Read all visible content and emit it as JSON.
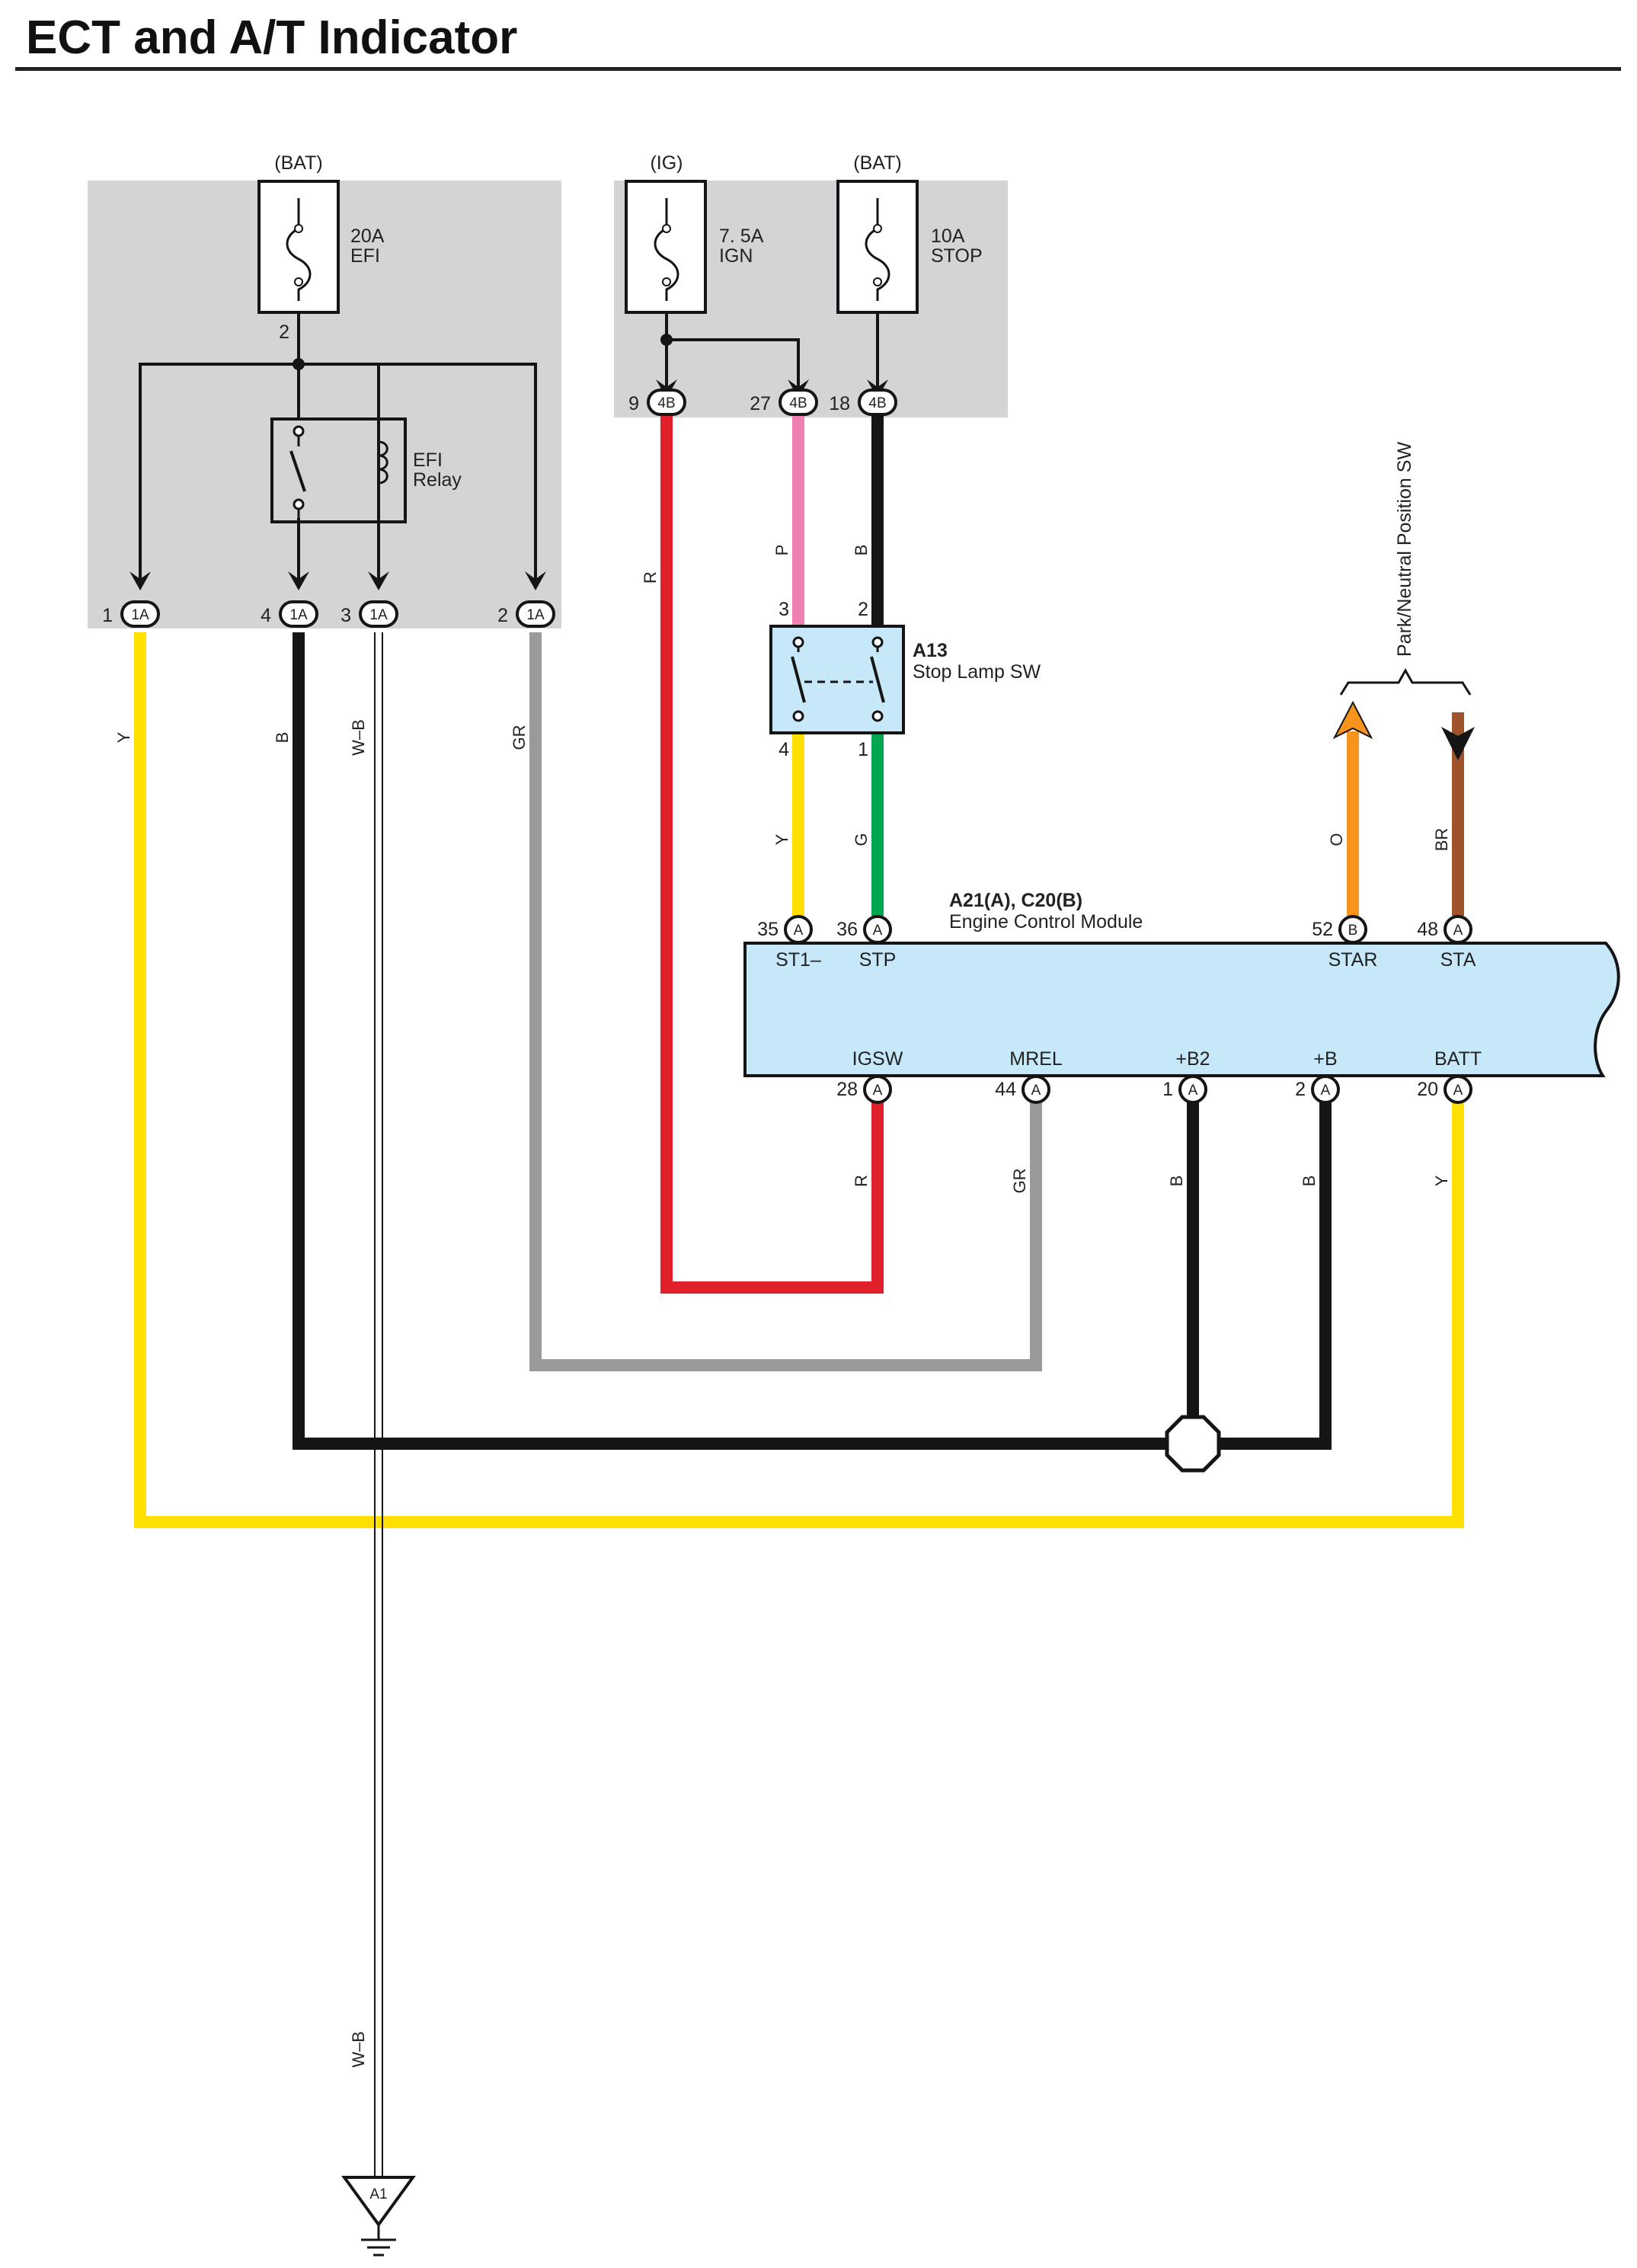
{
  "title": "ECT and A/T Indicator",
  "colors": {
    "Y": "#ffe000",
    "B": "#151515",
    "W-B": "#ffffff",
    "GR": "#9a9a9a",
    "R": "#e0202a",
    "P": "#f07fb4",
    "G": "#00a651",
    "O": "#f7941d",
    "BR": "#a0522d",
    "junction_box": "#d3d4d6",
    "ecm": "#c6e8f8"
  },
  "fuses": {
    "efi": {
      "source": "(BAT)",
      "rating": "20A",
      "name": "EFI",
      "pin": "2"
    },
    "ign": {
      "source": "(IG)",
      "rating": "7. 5A",
      "name": "IGN"
    },
    "stop": {
      "source": "(BAT)",
      "rating": "10A",
      "name": "STOP"
    }
  },
  "relay": {
    "line1": "EFI",
    "line2": "Relay"
  },
  "jb_1a": {
    "code": "1A",
    "pins": [
      {
        "num": "1",
        "code": "1A"
      },
      {
        "num": "4",
        "code": "1A"
      },
      {
        "num": "3",
        "code": "1A"
      },
      {
        "num": "2",
        "code": "1A"
      }
    ]
  },
  "jb_4b": {
    "pins": [
      {
        "num": "9",
        "code": "4B"
      },
      {
        "num": "27",
        "code": "4B"
      },
      {
        "num": "18",
        "code": "4B"
      }
    ]
  },
  "stop_lamp_sw": {
    "id": "A13",
    "name": "Stop Lamp SW",
    "pins": [
      "3",
      "2",
      "4",
      "1"
    ]
  },
  "pnp_sw": {
    "name": "Park/Neutral Position SW"
  },
  "ecm": {
    "id": "A21(A), C20(B)",
    "name": "Engine Control Module",
    "top_pins": [
      {
        "num": "35",
        "conn": "A",
        "signal": "ST1–"
      },
      {
        "num": "36",
        "conn": "A",
        "signal": "STP"
      },
      {
        "num": "52",
        "conn": "B",
        "signal": "STAR"
      },
      {
        "num": "48",
        "conn": "A",
        "signal": "STA"
      }
    ],
    "bottom_pins": [
      {
        "num": "28",
        "conn": "A",
        "signal": "IGSW"
      },
      {
        "num": "44",
        "conn": "A",
        "signal": "MREL"
      },
      {
        "num": "1",
        "conn": "A",
        "signal": "+B2"
      },
      {
        "num": "2",
        "conn": "A",
        "signal": "+B"
      },
      {
        "num": "20",
        "conn": "A",
        "signal": "BATT"
      }
    ]
  },
  "wire_labels": {
    "y_left": "Y",
    "b_left": "B",
    "wb_top": "W–B",
    "gr_left": "GR",
    "r_ign": "R",
    "p": "P",
    "b_stop": "B",
    "y_sw": "Y",
    "g_sw": "G",
    "o": "O",
    "br": "BR",
    "r_igsw": "R",
    "gr_mrel": "GR",
    "b_b2": "B",
    "b_b": "B",
    "y_batt": "Y",
    "wb_bottom": "W–B"
  },
  "ground": {
    "id": "A1"
  }
}
